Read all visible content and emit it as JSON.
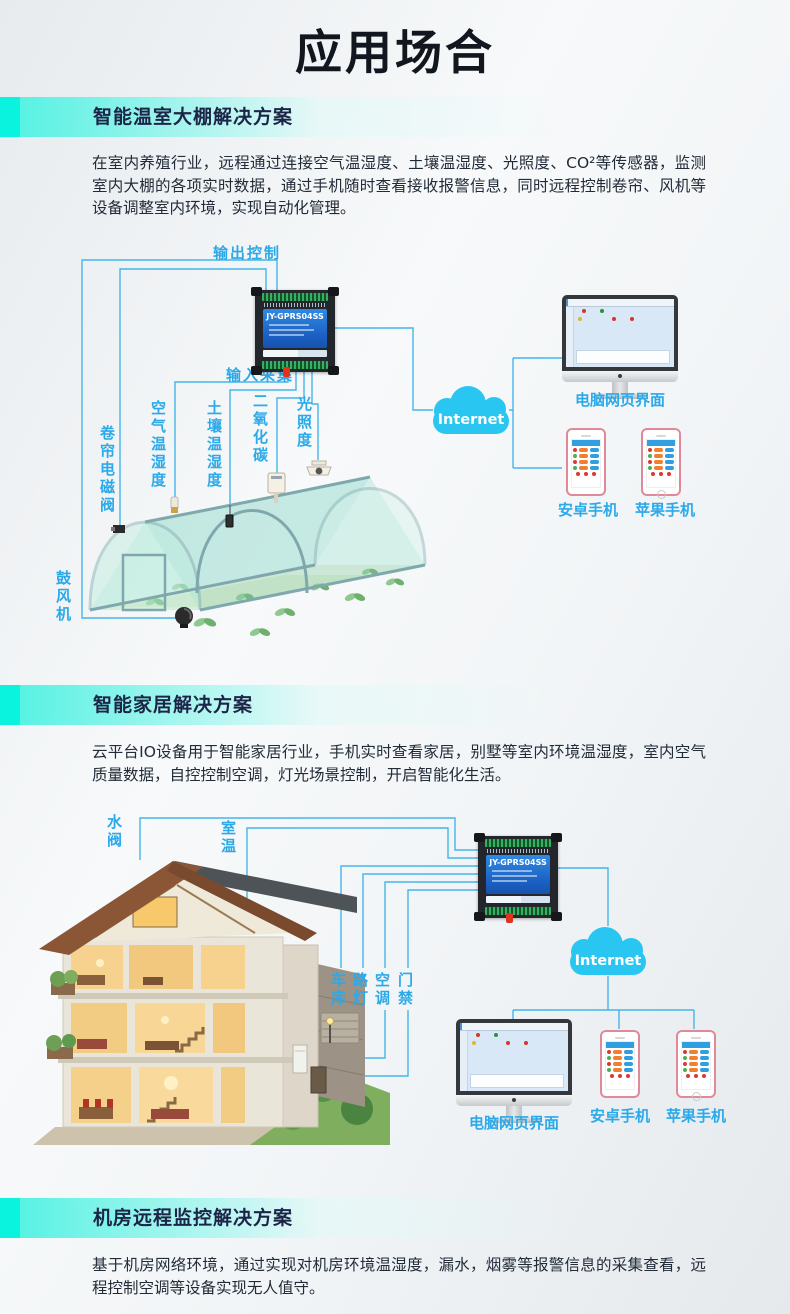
{
  "page": {
    "title": "应用场合"
  },
  "sections": [
    {
      "heading": "智能温室大棚解决方案",
      "body": "在室内养殖行业，远程通过连接空气温湿度、土壤温湿度、光照度、CO²等传感器，监测室内大棚的各项实时数据，通过手机随时查看接收报警信息，同时远程控制卷帘、风机等设备调整室内环境，实现自动化管理。"
    },
    {
      "heading": "智能家居解决方案",
      "body": "云平台IO设备用于智能家居行业，手机实时查看家居，别墅等室内环境温湿度，室内空气质量数据，自控控制空调，灯光场景控制，开启智能化生活。"
    },
    {
      "heading": "机房远程监控解决方案",
      "body": "基于机房网络环境，通过实现对机房环境温湿度，漏水，烟雾等报警信息的采集查看，远程控制空调等设备实现无人值守。"
    }
  ],
  "greenhouse_diagram": {
    "device_model": "JY-GPRS04SS",
    "output_control_label": "输出控制",
    "input_capture_label": "输入采集",
    "internet_label": "Internet",
    "pc_label": "电脑网页界面",
    "android_label": "安卓手机",
    "iphone_label": "苹果手机",
    "sensors": {
      "curtain_valve": "卷帘电磁阀",
      "air_temp_humidity": "空气温湿度",
      "soil_temp_humidity": "土壤温湿度",
      "co2": "二氧化碳",
      "light": "光照度",
      "blower": "鼓风机"
    }
  },
  "smart_home_diagram": {
    "device_model": "JY-GPRS04SS",
    "internet_label": "Internet",
    "pc_label": "电脑网页界面",
    "android_label": "安卓手机",
    "iphone_label": "苹果手机",
    "points": {
      "water_valve": "水阀",
      "room_temp": "室温",
      "garage": "车库",
      "street_lamp": "路灯",
      "air_conditioner": "空调",
      "door_access": "门禁"
    }
  },
  "colors": {
    "accent_cyan": "#09F3DE",
    "diagram_label_blue": "#2BA9E8",
    "line_blue": "#45B5EA",
    "cloud_cyan": "#29C6F2",
    "heading_navy": "#1C2547"
  }
}
